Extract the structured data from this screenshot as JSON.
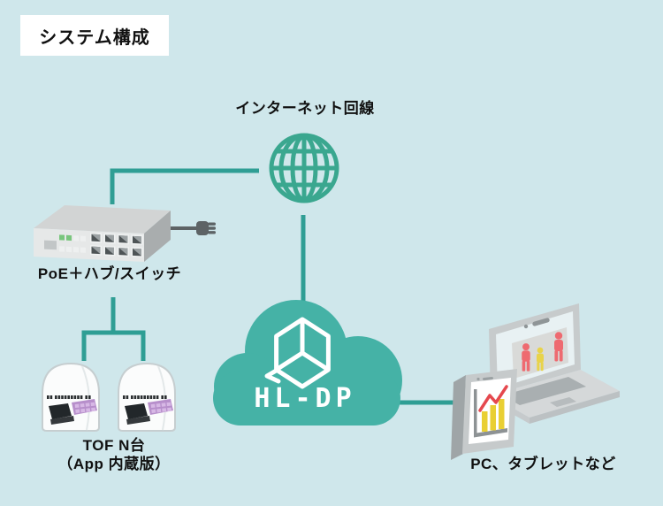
{
  "title": "システム構成",
  "colors": {
    "background": "#cfe7eb",
    "connector": "#2f9e94",
    "globe": "#3aa78f",
    "cloud": "#45b2a6",
    "text": "#111111",
    "figure_red": "#ee6a70",
    "figure_yellow": "#e8d34a",
    "chart_bar_yellow": "#e9cf33",
    "chart_line_red": "#e5484e",
    "tof_panel_purple": "#b78fcb"
  },
  "diagram": {
    "internet": {
      "label": "インターネット回線",
      "icon": "globe-icon"
    },
    "hub": {
      "label": "PoE＋ハブ/スイッチ",
      "icon": "network-switch"
    },
    "tof": {
      "label_line1": "TOF N台",
      "label_line2": "（App 内蔵版）",
      "icon": "tof-sensor",
      "count": 2
    },
    "cloud": {
      "label": "HL-DP",
      "icon": "cloud-box-logo"
    },
    "clients": {
      "label": "PC、タブレットなど",
      "icon": "laptop-tablet"
    }
  }
}
